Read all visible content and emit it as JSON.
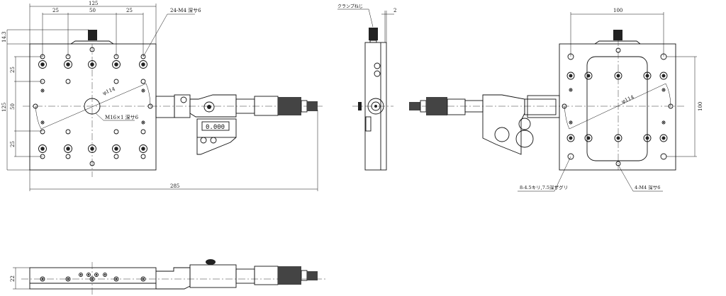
{
  "title": "XY stage dimensional drawing",
  "top_view": {
    "width_dim": "125",
    "pitch_dims": [
      "25",
      "50",
      "25"
    ],
    "height_dim": "125",
    "side_pitch_dims": [
      "25",
      "50",
      "25"
    ],
    "knob_offset_dim": "14.3",
    "tapped_holes_note": "24-M4 深サ6",
    "circle_dim": "φ114",
    "center_hole_note": "M16×1 深サ6",
    "overall_length_dim": "285",
    "display_reading": "0.000"
  },
  "side_view": {
    "clamp_label": "クランプねじ",
    "gap_dim": "2"
  },
  "right_view": {
    "hole_pitch_x": "100",
    "hole_pitch_y": "100",
    "circle_dim": "φ114",
    "counterbore_note": "8-4.5キリ,7.5深ザグリ",
    "tapped_note": "4-M4 深サ6"
  },
  "bottom_view": {
    "thickness_dim": "22"
  }
}
